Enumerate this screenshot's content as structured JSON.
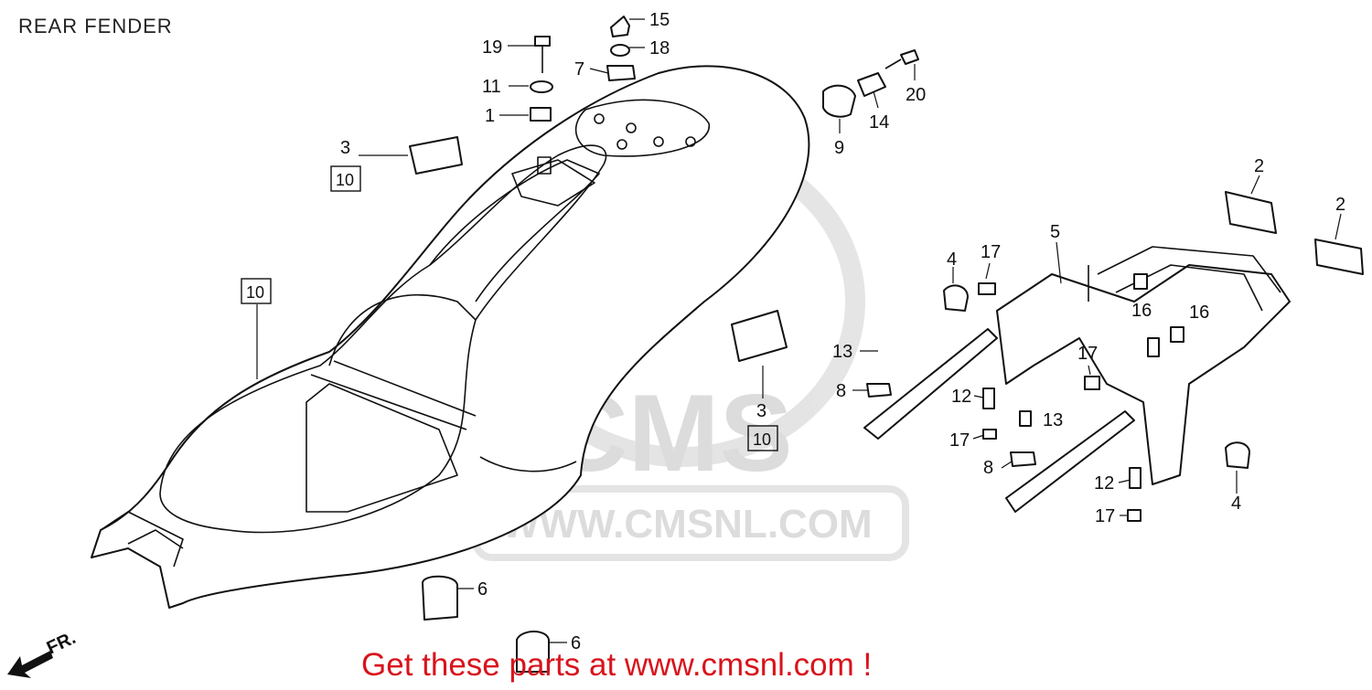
{
  "header": {
    "title": "REAR FENDER"
  },
  "watermark": {
    "brand": "CMS",
    "url": "WWW.CMSNL.COM"
  },
  "footer": {
    "text": "Get these parts at www.cmsnl.com !"
  },
  "direction": {
    "label": "FR."
  },
  "callouts": {
    "c15": "15",
    "c18": "18",
    "c19": "19",
    "c7": "7",
    "c11": "11",
    "c1": "1",
    "c3a": "3",
    "c10a": "10",
    "c10b": "10",
    "c9": "9",
    "c14": "14",
    "c20": "20",
    "c2a": "2",
    "c2b": "2",
    "c5": "5",
    "c4a": "4",
    "c17a": "17",
    "c16a": "16",
    "c16b": "16",
    "c13a": "13",
    "c8a": "8",
    "c17b": "17",
    "c12a": "12",
    "c3b": "3",
    "c10c": "10",
    "c17c": "17",
    "c13b": "13",
    "c8b": "8",
    "c12b": "12",
    "c17d": "17",
    "c4b": "4",
    "c6a": "6",
    "c6b": "6"
  },
  "colors": {
    "footer": "#d8141c",
    "line": "#111111",
    "watermark": "#d9d9d9"
  }
}
